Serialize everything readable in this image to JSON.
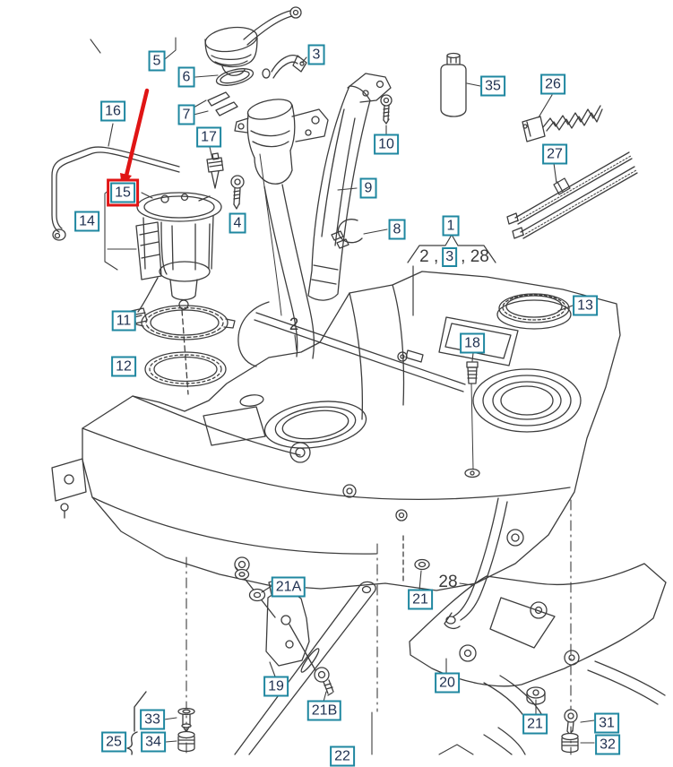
{
  "diagram": {
    "kind": "fuel-tank-exploded-parts-diagram",
    "background_color": "#ffffff",
    "line_color": "#3d3d3d",
    "label_border_color": "#1f87a0",
    "label_text_color": "#1e3050",
    "highlight_color": "#e01515",
    "highlighted_part": "15"
  },
  "labels": {
    "l5": "5",
    "l6": "6",
    "l7": "7",
    "l16": "16",
    "l17": "17",
    "l15": "15",
    "l14": "14",
    "l11": "11",
    "l12": "12",
    "l3": "3",
    "l10": "10",
    "l9": "9",
    "l4": "4",
    "l8": "8",
    "l35": "35",
    "l26": "26",
    "l27": "27",
    "l1": "1",
    "l13": "13",
    "l18": "18",
    "l21a": "21A",
    "l21_mid": "21",
    "l19": "19",
    "l21b": "21B",
    "l20": "20",
    "l21_bottom": "21",
    "l31": "31",
    "l32": "32",
    "l33": "33",
    "l34": "34",
    "l25": "25",
    "l22_partial": "22"
  },
  "texts": {
    "group_prefix": "2 ,",
    "group_boxed": "3",
    "group_suffix": ", 28",
    "pipe_callout": "2",
    "strap_callout": "28"
  }
}
